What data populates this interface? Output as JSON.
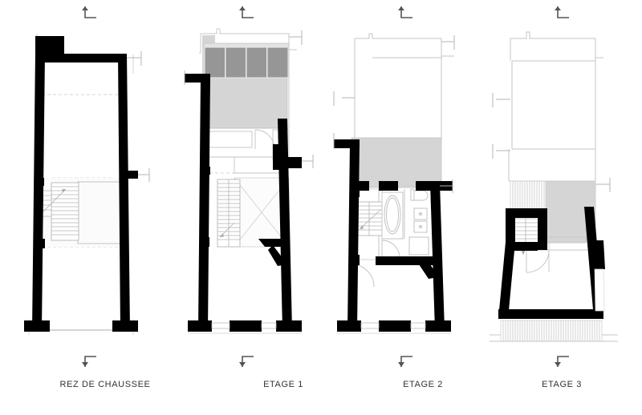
{
  "drawing": {
    "type": "architectural-floor-plans",
    "sheet_background": "#ffffff",
    "title_visible": false,
    "orientation_markers": "section-cut-corner-marks"
  },
  "palette": {
    "wall_solid": "#000000",
    "wall_outline": "#1a1a1a",
    "fill_light_gray": "#d5d5d5",
    "fill_mid_gray": "#969696",
    "fill_pale_gray": "#e8e8e8",
    "thin_line": "#b8b8b8",
    "hairline": "#cccccc",
    "dashed_line": "#c8c8c8",
    "text": "#333333"
  },
  "plans": [
    {
      "id": "rez-de-chaussee",
      "caption": "REZ DE CHAUSSEE",
      "order": 1,
      "features": [
        "solid-black-perimeter-walls",
        "black-chimney-block-top-left",
        "staircase-straight-run",
        "rectangular-furniture-outline",
        "dashed-overhead-lines",
        "wall-nib-right-side",
        "entry-threshold-bottom"
      ],
      "stair_treads": 13
    },
    {
      "id": "etage-1",
      "caption": "ETAGE 1",
      "order": 2,
      "features": [
        "roof-terrace-light-gray",
        "glazed-canopy-four-panels-dark-gray",
        "staircase-straight-run",
        "crossed-void-square",
        "door-swing-arc",
        "diagonal-brace-bottom-right",
        "window-openings-bottom-wall"
      ],
      "canopy_panels": 4,
      "stair_treads": 15
    },
    {
      "id": "etage-2",
      "caption": "ETAGE 2",
      "order": 3,
      "features": [
        "flat-roof-light-gray",
        "bathroom-with-bathtub",
        "toilet-fixture",
        "two-washbasins",
        "shower-tray",
        "staircase-straight-run",
        "two-door-swing-arcs",
        "diagonal-brace-bottom-right",
        "window-openings-bottom-wall"
      ],
      "stair_treads": 9
    },
    {
      "id": "etage-3",
      "caption": "ETAGE 3",
      "order": 4,
      "features": [
        "attic-volume-outline-above",
        "terrace-light-gray",
        "hatched-decking-strips",
        "staircase-straight-run",
        "door-swing-arc",
        "thick-black-perimeter-small-footprint",
        "hatched-decking-bottom"
      ],
      "stair_treads": 9
    }
  ],
  "markers": {
    "top": [
      "section-mark-a",
      "section-mark-b",
      "section-mark-c",
      "section-mark-d"
    ],
    "bottom": [
      "section-mark-a",
      "section-mark-b",
      "section-mark-c",
      "section-mark-d"
    ]
  }
}
